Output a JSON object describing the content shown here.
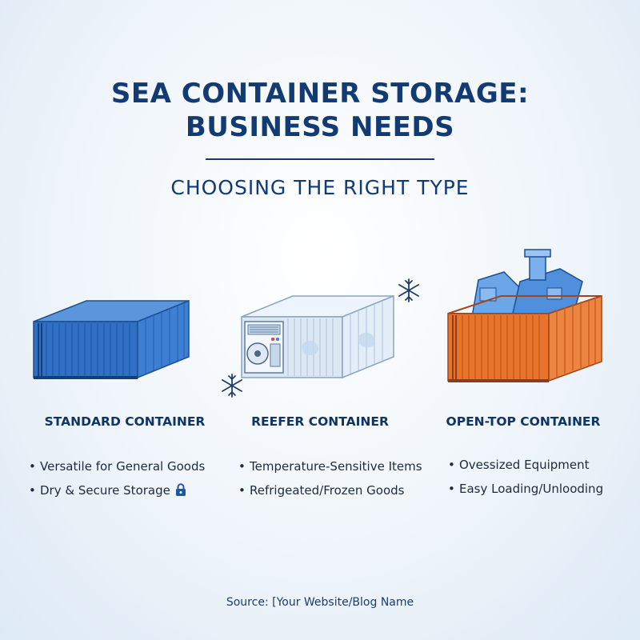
{
  "header": {
    "title_line1": "SEA CONTAINER STORAGE:",
    "title_line2": "BUSINESS NEEDS",
    "subtitle": "CHOOSING THE RIGHT TYPE"
  },
  "columns": [
    {
      "title": "STANDARD CONTAINER",
      "bullets": [
        "Versatile for General Goods",
        "Dry & Secure Storage"
      ],
      "icon": "lock-icon",
      "color": "#2f6fc4"
    },
    {
      "title": "REEFER CONTAINER",
      "bullets": [
        "Temperature-Sensitive Items",
        "Refrigeated/Frozen Goods"
      ],
      "icon": "snowflake-icon",
      "color": "#dbe8f4"
    },
    {
      "title": "OPEN-TOP CONTAINER",
      "bullets": [
        "Ovessized Equipment",
        "Easy Loading/Unlooding"
      ],
      "icon": "machinery-icon",
      "color": "#e8732a"
    }
  ],
  "footer": {
    "source": "Source: [Your Website/Blog Name"
  },
  "colors": {
    "navy": "#123a73",
    "standard_blue": "#2f6fc4",
    "reefer_white": "#dbe8f4",
    "opentop_orange": "#e8732a"
  }
}
